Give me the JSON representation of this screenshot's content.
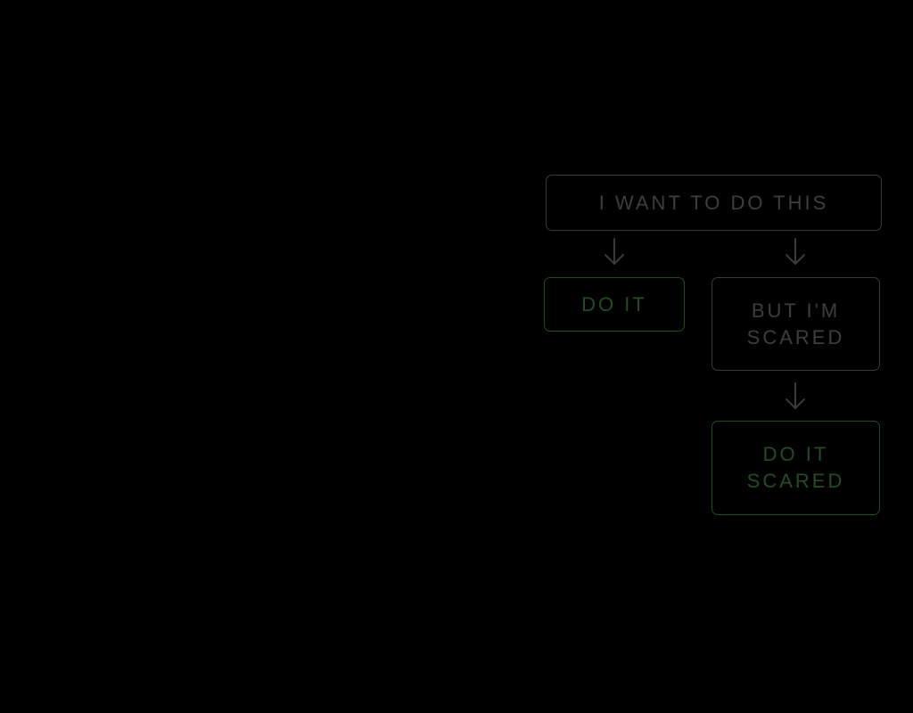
{
  "diagram": {
    "nodes": {
      "want": {
        "lines": [
          "I WANT TO DO THIS"
        ]
      },
      "do_it": {
        "lines": [
          "DO IT"
        ]
      },
      "scared": {
        "lines": [
          "BUT I'M",
          "SCARED"
        ]
      },
      "do_it_scared": {
        "lines": [
          "DO IT",
          "SCARED"
        ]
      }
    },
    "edges": [
      {
        "from": "want",
        "to": "do_it"
      },
      {
        "from": "want",
        "to": "scared"
      },
      {
        "from": "scared",
        "to": "do_it_scared"
      }
    ],
    "colors": {
      "background": "#000000",
      "neutral": "#3a3a3a",
      "positive": "#1f4d1f"
    }
  }
}
